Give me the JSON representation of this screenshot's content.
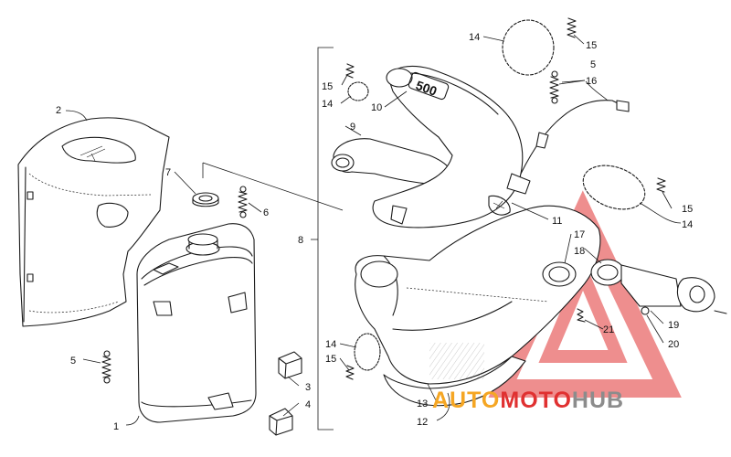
{
  "callouts": {
    "c1": "1",
    "c2": "2",
    "c3": "3",
    "c4": "4",
    "c5_left": "5",
    "c5_right": "5",
    "c6": "6",
    "c7": "7",
    "c8": "8",
    "c9": "9",
    "c10": "10",
    "c11": "11",
    "c12": "12",
    "c13": "13",
    "c14_top": "14",
    "c14_mid": "14",
    "c14_right": "14",
    "c14_bottom": "14",
    "c15_top": "15",
    "c15_mid": "15",
    "c15_right": "15",
    "c15_bottom": "15",
    "c16": "16",
    "c17": "17",
    "c18": "18",
    "c19": "19",
    "c20": "20",
    "c21": "21"
  },
  "muffler_emboss": "500",
  "watermark": {
    "part1": "AUTO",
    "part2": "MOTO",
    "part3": "HUB",
    "color1": "#f5a623",
    "color2": "#e03131",
    "color3": "#8c8c8c"
  }
}
